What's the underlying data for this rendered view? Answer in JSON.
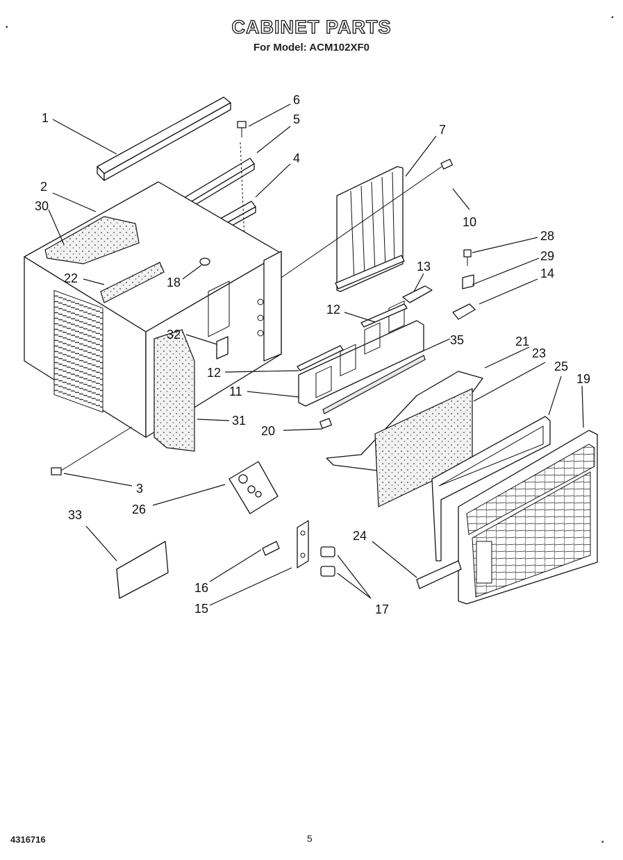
{
  "header": {
    "title": "CABINET PARTS",
    "model_line": "For Model: ACM102XF0"
  },
  "footer": {
    "doc_number": "4316716",
    "page_number": "5"
  },
  "diagram": {
    "callouts": [
      "1",
      "2",
      "30",
      "22",
      "18",
      "6",
      "5",
      "4",
      "7",
      "10",
      "28",
      "29",
      "14",
      "13",
      "12",
      "35",
      "32",
      "12",
      "11",
      "31",
      "20",
      "21",
      "23",
      "25",
      "19",
      "3",
      "26",
      "33",
      "16",
      "15",
      "17",
      "24"
    ]
  }
}
